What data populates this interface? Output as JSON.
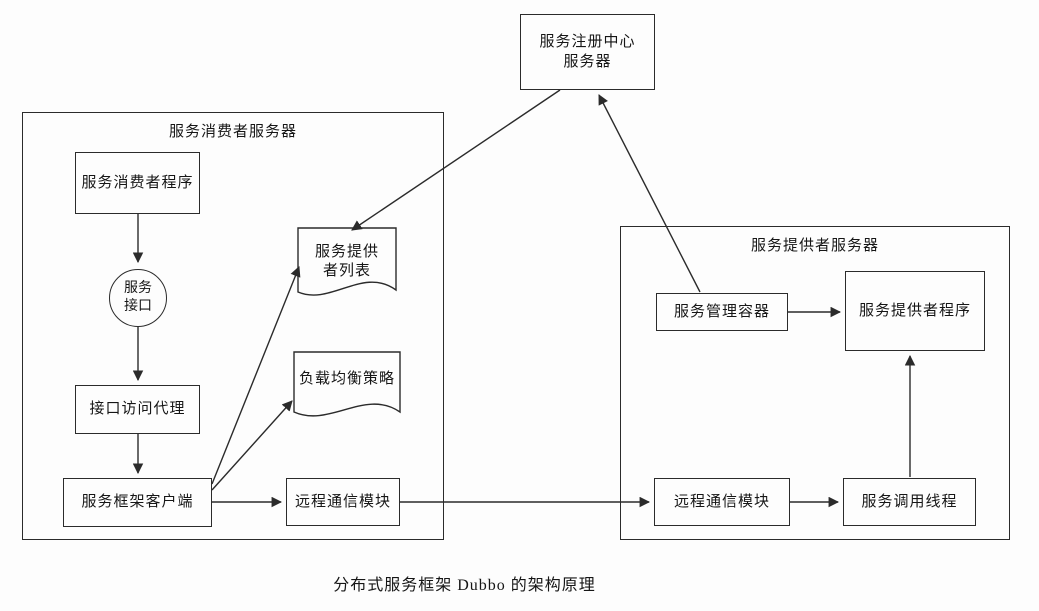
{
  "caption": "分布式服务框架 Dubbo 的架构原理",
  "colors": {
    "line": "#2b2b2b",
    "background": "#fdfdfd"
  },
  "registry": {
    "line1": "服务注册中心",
    "line2": "服务器"
  },
  "consumer_server": {
    "title": "服务消费者服务器",
    "consumer_program": "服务消费者程序",
    "service_interface": {
      "line1": "服务",
      "line2": "接口"
    },
    "access_proxy": "接口访问代理",
    "framework_client": "服务框架客户端",
    "provider_list": {
      "line1": "服务提供",
      "line2": "者列表"
    },
    "load_balance": "负载均衡策略",
    "comm_module": "远程通信模块"
  },
  "provider_server": {
    "title": "服务提供者服务器",
    "mgmt_container": "服务管理容器",
    "provider_program": "服务提供者程序",
    "comm_module": "远程通信模块",
    "call_thread": "服务调用线程"
  }
}
